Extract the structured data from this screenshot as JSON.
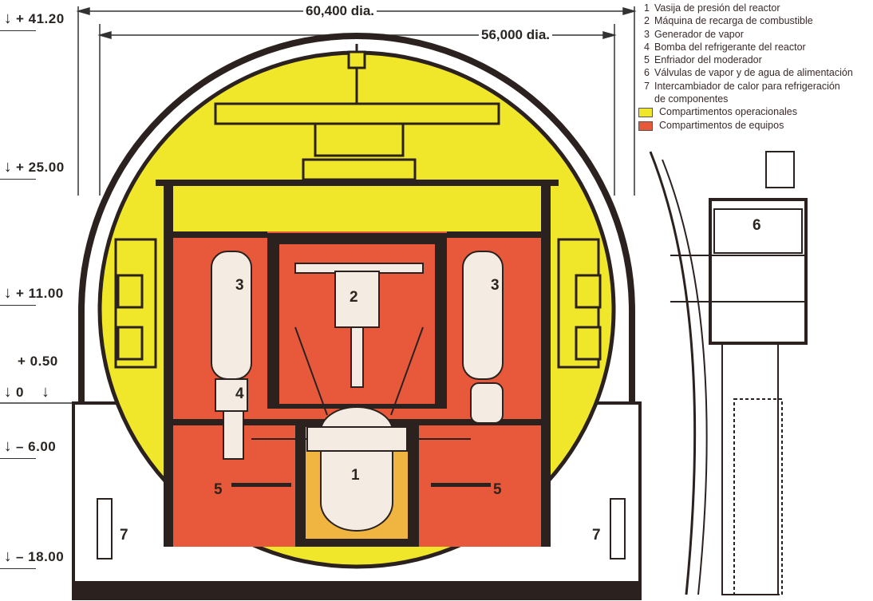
{
  "dimensions": {
    "outer_diameter": "60,400 dia.",
    "inner_diameter": "56,000 dia."
  },
  "elevations": [
    "+ 41.20",
    "+ 25.00",
    "+ 11.00",
    "+ 0.50",
    "0",
    "– 6.00",
    "– 18.00"
  ],
  "legend": {
    "items": [
      {
        "num": "1",
        "label": "Vasija de presión del reactor"
      },
      {
        "num": "2",
        "label": "Máquina de recarga de combustible"
      },
      {
        "num": "3",
        "label": "Generador de vapor"
      },
      {
        "num": "4",
        "label": "Bomba del refrigerante del reactor"
      },
      {
        "num": "5",
        "label": "Enfriador del moderador"
      },
      {
        "num": "6",
        "label": "Válvulas de vapor y de agua de alimentación"
      },
      {
        "num": "7",
        "label": "Intercambiador de calor para refrigeración"
      }
    ],
    "item7_cont": "de componentes",
    "operational": "Compartimentos operacionales",
    "equipment": "Compartimentos de equipos"
  },
  "callouts": {
    "c1": "1",
    "c2": "2",
    "c3": "3",
    "c4": "4",
    "c5": "5",
    "c6": "6",
    "c7": "7"
  },
  "colors": {
    "operational": "#f0e62a",
    "equipment": "#e8583a",
    "wall": "#2b2220"
  }
}
